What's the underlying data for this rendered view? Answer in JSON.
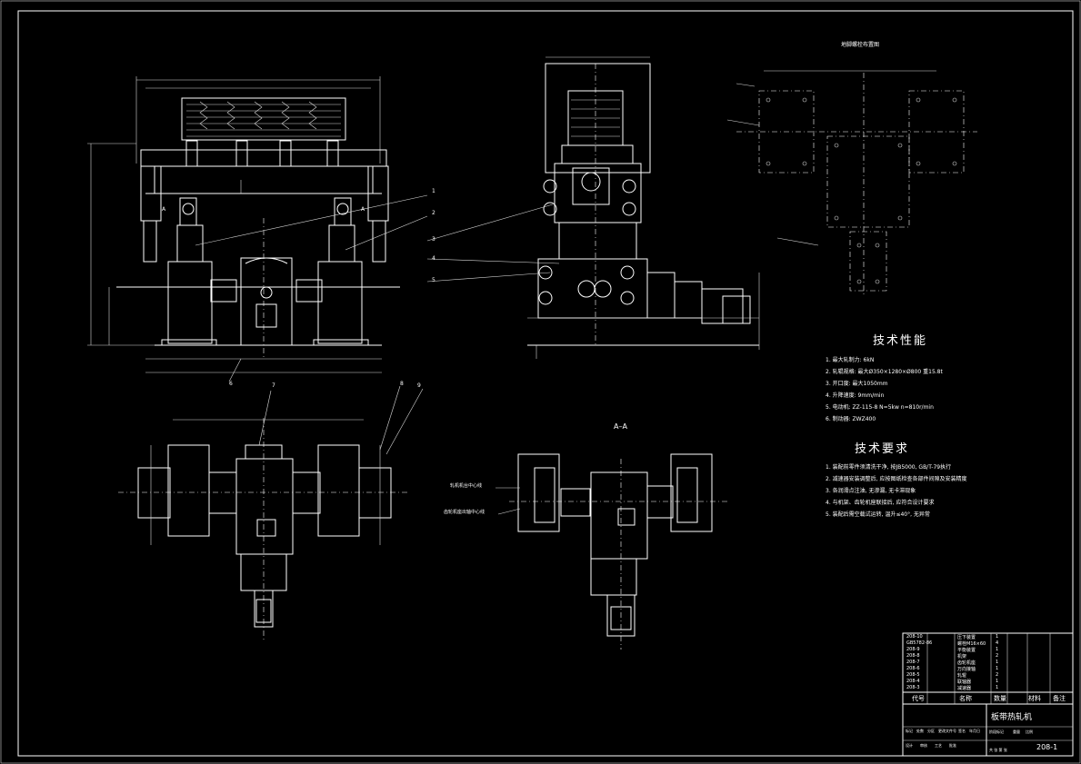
{
  "drawing": {
    "callouts": [
      "1",
      "2",
      "3",
      "4",
      "5",
      "6",
      "7",
      "8",
      "9"
    ],
    "section_label": "A–A",
    "section_marks": [
      "A",
      "A"
    ],
    "layout_title": "地脚螺栓布置图",
    "left_center_labels": [
      "轧机机台中心线",
      "齿轮机座出轴中心线"
    ],
    "performance": {
      "title": "技术性能",
      "items": [
        "1. 最大轧制力: 6kN",
        "2. 轧辊规格: 最大Ø350×1280×Ø800 重15.8t",
        "3. 开口度: 最大1050mm",
        "4. 升降速度: 9mm/min",
        "5. 电动机: ZZ-115-8  N=5kw  n=810r/min",
        "6. 制动器: ZWZ400"
      ]
    },
    "requirements": {
      "title": "技术要求",
      "items": [
        "1. 装配前零件须清洗干净, 按JB5000, GB/T-79执行",
        "2. 减速器安装调整后, 应按图纸检查各部件间隙及安装精度",
        "3. 各润滑点注油, 无渗漏, 无卡滞现象",
        "4. 与机架、齿轮机座联接后, 应符合设计要求",
        "5. 装配后需空载试运转, 温升≤40°, 无异常"
      ]
    },
    "title_block": {
      "header": [
        "代号",
        "名称",
        "数量",
        "材料",
        "备注"
      ],
      "rows": [
        [
          "208-10",
          "压下装置",
          "1",
          "",
          ""
        ],
        [
          "GB5782-86",
          "螺栓M16×60",
          "4",
          "",
          ""
        ],
        [
          "208-9",
          "平衡装置",
          "1",
          "",
          ""
        ],
        [
          "208-8",
          "机架",
          "2",
          "",
          ""
        ],
        [
          "208-7",
          "齿轮机座",
          "1",
          "",
          ""
        ],
        [
          "208-6",
          "万向接轴",
          "1",
          "",
          ""
        ],
        [
          "208-5",
          "轧辊",
          "2",
          "",
          ""
        ],
        [
          "208-4",
          "联轴器",
          "1",
          "",
          ""
        ],
        [
          "208-3",
          "减速器",
          "1",
          "",
          ""
        ]
      ],
      "drawing_name": "板带热轧机",
      "drawing_no": "208-1",
      "sub_labels": [
        "标记",
        "处数",
        "分区",
        "更改文件号",
        "签名",
        "年月日",
        "设计",
        "审核",
        "工艺",
        "批准",
        "阶段标记",
        "重量",
        "比例",
        "共 张 第 张"
      ]
    }
  }
}
